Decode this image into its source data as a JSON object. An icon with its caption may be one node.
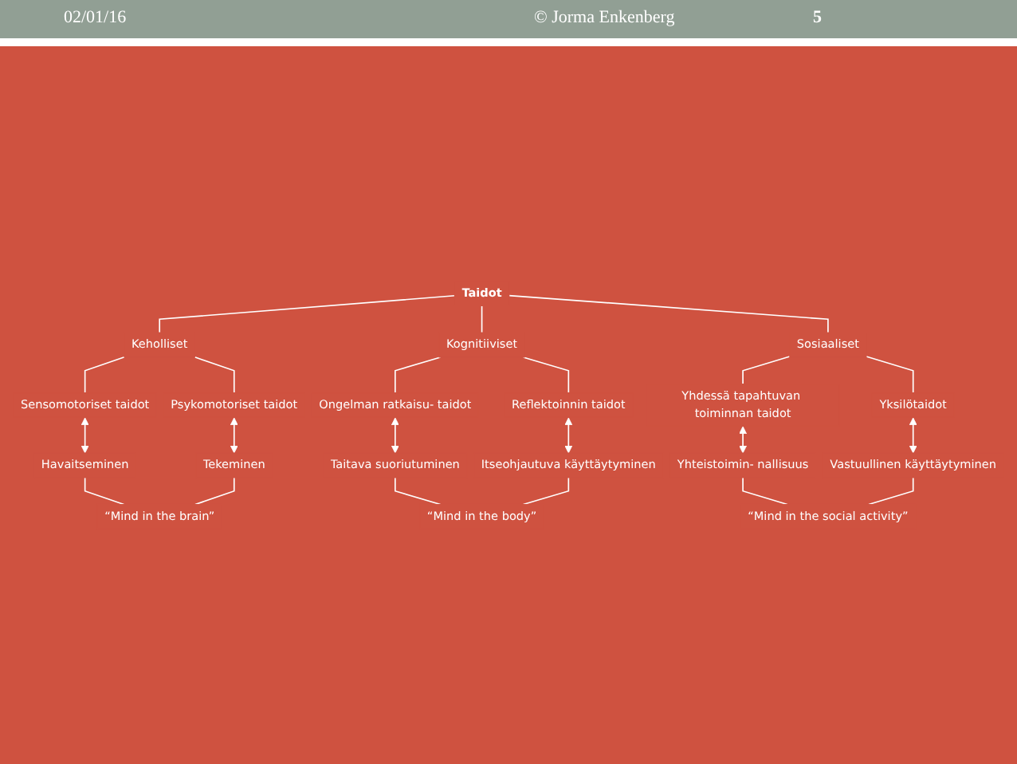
{
  "diagram": {
    "nodes": [
      {
        "text": [
          "Taidot"
        ]
      },
      {
        "text": [
          "Keholliset"
        ]
      },
      {
        "text": [
          "Kognitiiviset"
        ]
      },
      {
        "text": [
          "Sosiaaliset"
        ]
      },
      {
        "text": [
          "Sensomotoriset taidot"
        ]
      },
      {
        "text": [
          "Psykomotoriset taidot"
        ]
      },
      {
        "text": [
          "Ongelman ratkaisu- taidot"
        ]
      },
      {
        "text": [
          "Reflektoinnin taidot"
        ]
      },
      {
        "text": [
          "Yhdessä tapahtuvan toiminnan taidot"
        ]
      },
      {
        "text": [
          "Yksilötaidot"
        ]
      },
      {
        "text": [
          "Havaitseminen"
        ]
      },
      {
        "text": [
          "Tekeminen"
        ]
      },
      {
        "text": [
          "Taitava suoriutuminen"
        ]
      },
      {
        "text": [
          "Itseohjautuva käyttäytyminen"
        ]
      },
      {
        "text": [
          "Yhteistoimin- nallisuus"
        ]
      },
      {
        "text": [
          "Vastuullinen käyttäytyminen"
        ]
      },
      {
        "text": [
          "“Mind in the brain”"
        ]
      },
      {
        "text": [
          "“Mind in the body”"
        ]
      },
      {
        "text": [
          "“Mind in the social activity”"
        ]
      }
    ],
    "edges": [
      {
        "from": 0,
        "to": 1,
        "arrow": "none"
      },
      {
        "from": 0,
        "to": 2,
        "arrow": "none"
      },
      {
        "from": 0,
        "to": 3,
        "arrow": "none"
      },
      {
        "from": 1,
        "to": 4,
        "arrow": "none"
      },
      {
        "from": 1,
        "to": 5,
        "arrow": "none"
      },
      {
        "from": 2,
        "to": 6,
        "arrow": "none"
      },
      {
        "from": 2,
        "to": 7,
        "arrow": "none"
      },
      {
        "from": 3,
        "to": 8,
        "arrow": "none"
      },
      {
        "from": 3,
        "to": 9,
        "arrow": "none"
      },
      {
        "from": 4,
        "to": 10,
        "arrow": "both"
      },
      {
        "from": 5,
        "to": 11,
        "arrow": "both"
      },
      {
        "from": 6,
        "to": 12,
        "arrow": "both"
      },
      {
        "from": 7,
        "to": 13,
        "arrow": "both"
      },
      {
        "from": 8,
        "to": 14,
        "arrow": "both"
      },
      {
        "from": 9,
        "to": 15,
        "arrow": "both"
      },
      {
        "from": 10,
        "to": 16,
        "arrow": "none"
      },
      {
        "from": 11,
        "to": 16,
        "arrow": "none"
      },
      {
        "from": 12,
        "to": 17,
        "arrow": "none"
      },
      {
        "from": 13,
        "to": 17,
        "arrow": "none"
      },
      {
        "from": 14,
        "to": 18,
        "arrow": "none"
      },
      {
        "from": 15,
        "to": 18,
        "arrow": "none"
      }
    ],
    "labels": [
      "02/01/16",
      "© Jorma Enkenberg",
      "5"
    ]
  }
}
